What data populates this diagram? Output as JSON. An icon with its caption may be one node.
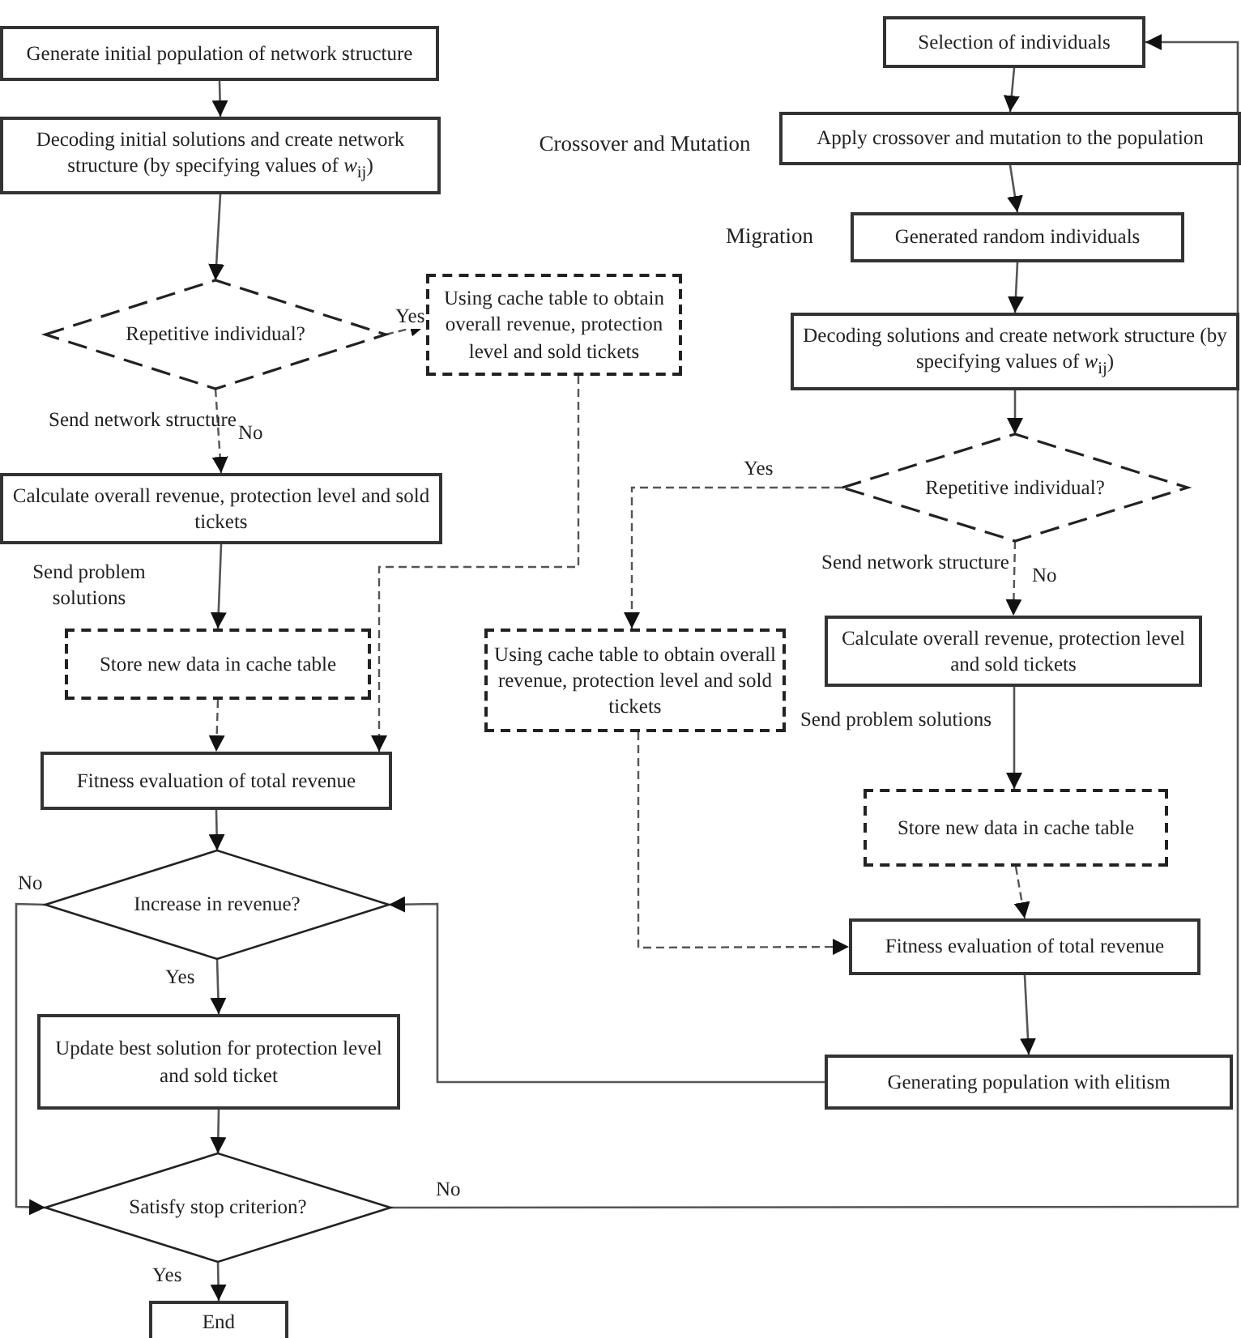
{
  "diagram": {
    "nodes": [
      {
        "text": [
          "Generate initial population of network structure"
        ]
      },
      {
        "text": [
          "Decoding initial solutions and create network structure (by specifying values of *w*$_{ij}$)"
        ]
      },
      {
        "text": [
          "Repetitive individual?"
        ]
      },
      {
        "text": [
          "Using cache table to obtain overall revenue, protection level and sold tickets"
        ]
      },
      {
        "text": [
          "Calculate overall revenue, protection level and sold tickets"
        ]
      },
      {
        "text": [
          "Store new data in cache table"
        ]
      },
      {
        "text": [
          "Fitness evaluation of total revenue"
        ]
      },
      {
        "text": [
          "Increase in revenue?"
        ]
      },
      {
        "text": [
          "Update best solution for protection level and sold ticket"
        ]
      },
      {
        "text": [
          "Satisfy stop criterion?"
        ]
      },
      {
        "text": [
          "End"
        ]
      },
      {
        "text": [
          "Selection of individuals"
        ]
      },
      {
        "text": [
          "Apply crossover and mutation to the population"
        ],
        "beside": [
          "Crossover and Mutation"
        ]
      },
      {
        "text": [
          "Generated random individuals"
        ],
        "beside": [
          "Migration"
        ]
      },
      {
        "text": [
          "Decoding solutions and create network structure (by specifying values of *w*$_{ij}$)"
        ]
      },
      {
        "text": [
          "Repetitive individual?"
        ]
      },
      {
        "text": [
          "Using cache table to obtain overall revenue, protection level and sold tickets"
        ]
      },
      {
        "text": [
          "Calculate overall revenue, protection level and sold tickets"
        ]
      },
      {
        "text": [
          "Store new data in cache table"
        ]
      },
      {
        "text": [
          "Fitness evaluation of total revenue"
        ]
      },
      {
        "text": [
          "Generating population with elitism"
        ]
      }
    ],
    "edges": [
      {
        "from": 0,
        "to": 1,
        "arrow": "to"
      },
      {
        "from": 1,
        "to": 2,
        "arrow": "to"
      },
      {
        "from": 2,
        "to": 3,
        "arrow": "to",
        "label": "Yes",
        "style": "dashed"
      },
      {
        "from": 2,
        "to": 4,
        "arrow": "to",
        "label": "No",
        "style": "dashed"
      },
      {
        "from": 4,
        "to": 5,
        "arrow": "to"
      },
      {
        "from": 5,
        "to": 6,
        "arrow": "to",
        "style": "dashed"
      },
      {
        "from": 3,
        "to": 6,
        "arrow": "to",
        "style": "dashed"
      },
      {
        "from": 6,
        "to": 7,
        "arrow": "to"
      },
      {
        "from": 7,
        "to": 8,
        "arrow": "to",
        "label": "Yes"
      },
      {
        "from": 7,
        "to": 9,
        "arrow": "to",
        "label": "No"
      },
      {
        "from": 8,
        "to": 9,
        "arrow": "to"
      },
      {
        "from": 9,
        "to": 10,
        "arrow": "to",
        "label": "Yes"
      },
      {
        "from": 9,
        "to": 11,
        "arrow": "to",
        "label": "No"
      },
      {
        "from": 11,
        "to": 12,
        "arrow": "to"
      },
      {
        "from": 12,
        "to": 13,
        "arrow": "to"
      },
      {
        "from": 13,
        "to": 14,
        "arrow": "to"
      },
      {
        "from": 14,
        "to": 15,
        "arrow": "to"
      },
      {
        "from": 15,
        "to": 16,
        "arrow": "to",
        "label": "Yes",
        "style": "dashed"
      },
      {
        "from": 15,
        "to": 17,
        "arrow": "to",
        "label": "No",
        "style": "dashed"
      },
      {
        "from": 17,
        "to": 18,
        "arrow": "to"
      },
      {
        "from": 18,
        "to": 19,
        "arrow": "to",
        "style": "dashed"
      },
      {
        "from": 16,
        "to": 19,
        "arrow": "to",
        "style": "dashed"
      },
      {
        "from": 19,
        "to": 20,
        "arrow": "to"
      },
      {
        "from": 20,
        "to": 7,
        "arrow": "to"
      }
    ],
    "labels": [
      "Send network structure",
      "Send problem solutions",
      "Send network structure",
      "Send problem solutions"
    ]
  }
}
